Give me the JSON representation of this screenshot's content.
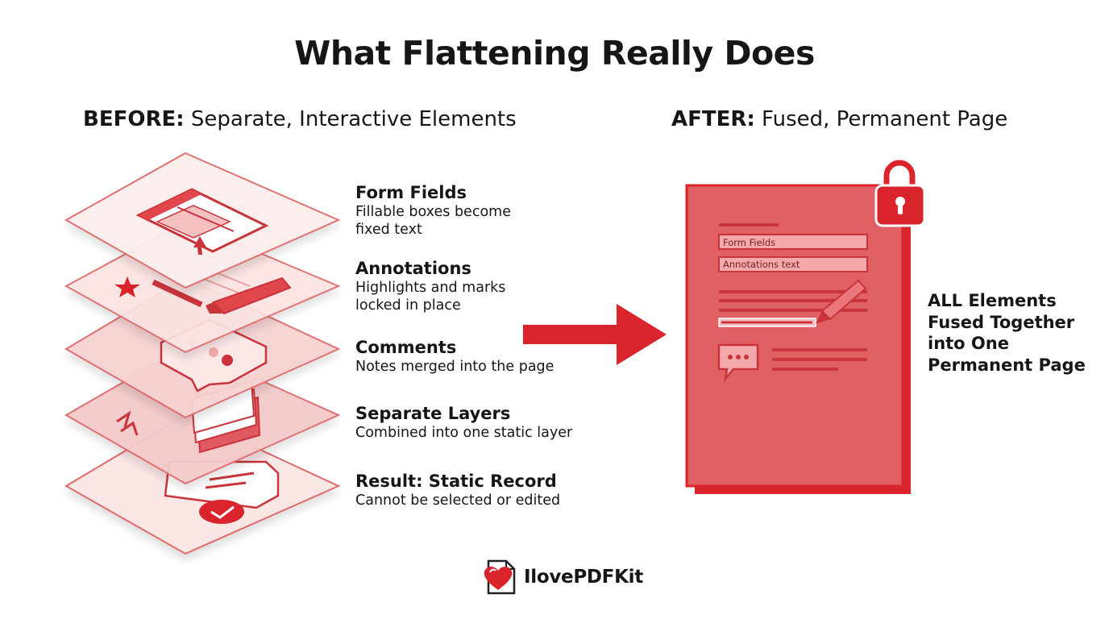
{
  "title": "What Flattening Really Does",
  "before": {
    "heading_bold": "BEFORE:",
    "heading_rest": " Separate, Interactive Elements",
    "items": [
      {
        "title": "Form Fields",
        "description": "Fillable boxes become\nfixed text"
      },
      {
        "title": "Annotations",
        "description": "Highlights and marks\nlocked in place"
      },
      {
        "title": "Comments",
        "description": "Notes merged into the page"
      },
      {
        "title": "Separate Layers",
        "description": "Combined into one static layer"
      },
      {
        "title": "Result: Static Record",
        "description": "Cannot be selected or edited"
      }
    ]
  },
  "after": {
    "heading_bold": "AFTER:",
    "heading_rest": " Fused, Permanent Page",
    "page_fields": [
      "Form Fields",
      "Annotations text"
    ],
    "summary": "ALL Elements\nFused Together\ninto One\nPermanent Page"
  },
  "logo": {
    "text": "IlovePDFKit"
  },
  "colors": {
    "accent": "#d9242b",
    "page_fill": "#e06064",
    "layer_fill": "#f8dcdc",
    "layer_stroke": "#df6a6a"
  }
}
